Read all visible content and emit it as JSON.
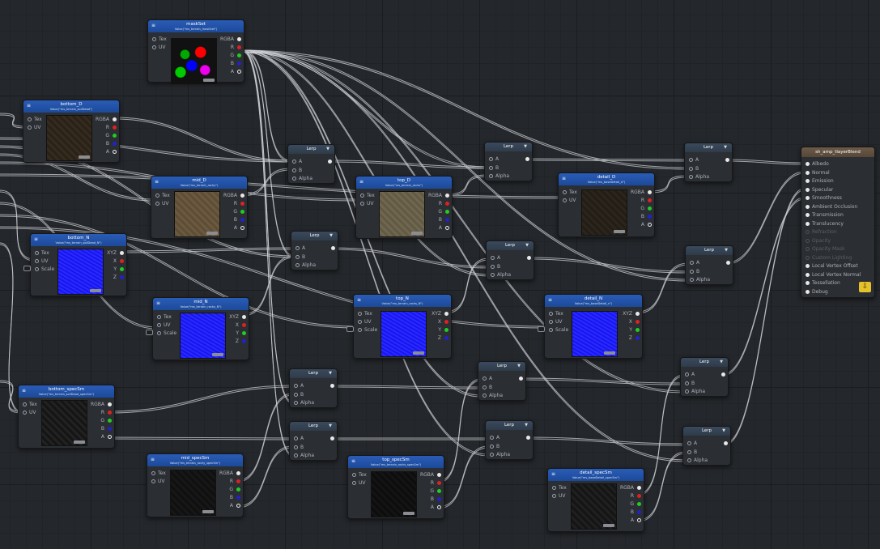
{
  "canvas": {
    "background": "#24272b"
  },
  "nodes": {
    "maskSet": {
      "title": "maskSet",
      "sub": "Value(\"ms_terrain_maskSet\")",
      "inputs": [
        "Tex",
        "UV"
      ],
      "outputs": [
        "RGBA",
        "R",
        "G",
        "B",
        "A"
      ]
    },
    "bottom_D": {
      "title": "bottom_D",
      "sub": "Value(\"ms_terrain_soilDead\")",
      "inputs": [
        "Tex",
        "UV"
      ],
      "outputs": [
        "RGBA",
        "R",
        "G",
        "B",
        "A"
      ]
    },
    "mid_D": {
      "title": "mid_D",
      "sub": "Value(\"ms_terrain_rocky\")",
      "inputs": [
        "Tex",
        "UV"
      ],
      "outputs": [
        "RGBA",
        "R",
        "G",
        "B",
        "A"
      ]
    },
    "top_D": {
      "title": "top_D",
      "sub": "Value(\"ms_terrain_rocks\")",
      "inputs": [
        "Tex",
        "UV"
      ],
      "outputs": [
        "RGBA",
        "R",
        "G",
        "B",
        "A"
      ]
    },
    "detail_D": {
      "title": "detail_D",
      "sub": "Value(\"ms_baseDetail_d\")",
      "inputs": [
        "Tex",
        "UV"
      ],
      "outputs": [
        "RGBA",
        "R",
        "G",
        "B",
        "A"
      ]
    },
    "bottom_N": {
      "title": "bottom_N",
      "sub": "Value(\"ms_terrain_soilDead_N\")",
      "inputs": [
        "Tex",
        "UV",
        "Scale"
      ],
      "outputs": [
        "XYZ",
        "X",
        "Y",
        "Z"
      ]
    },
    "mid_N": {
      "title": "mid_N",
      "sub": "Value(\"ms_terrain_rocky_N\")",
      "inputs": [
        "Tex",
        "UV",
        "Scale"
      ],
      "outputs": [
        "XYZ",
        "X",
        "Y",
        "Z"
      ]
    },
    "top_N": {
      "title": "top_N",
      "sub": "Value(\"ms_terrain_rocks_N\")",
      "inputs": [
        "Tex",
        "UV",
        "Scale"
      ],
      "outputs": [
        "XYZ",
        "X",
        "Y",
        "Z"
      ]
    },
    "detail_N": {
      "title": "detail_N",
      "sub": "Value(\"ms_baseDetail_n\")",
      "inputs": [
        "Tex",
        "UV",
        "Scale"
      ],
      "outputs": [
        "XYZ",
        "X",
        "Y",
        "Z"
      ]
    },
    "bottom_specSm": {
      "title": "bottom_specSm",
      "sub": "Value(\"ms_terrain_soilDead_specSm\")",
      "inputs": [
        "Tex",
        "UV"
      ],
      "outputs": [
        "RGBA",
        "R",
        "G",
        "B",
        "A"
      ]
    },
    "mid_specSm": {
      "title": "mid_specSm",
      "sub": "Value(\"ms_terrain_rocky_specSm\")",
      "inputs": [
        "Tex",
        "UV"
      ],
      "outputs": [
        "RGBA",
        "R",
        "G",
        "B",
        "A"
      ]
    },
    "top_specSm": {
      "title": "top_specSm",
      "sub": "Value(\"ms_terrain_rocks_specSm\")",
      "inputs": [
        "Tex",
        "UV"
      ],
      "outputs": [
        "RGBA",
        "R",
        "G",
        "B",
        "A"
      ]
    },
    "detail_specSm": {
      "title": "detail_specSm",
      "sub": "Value(\"ms_baseDetail_specSm\")",
      "inputs": [
        "Tex",
        "UV"
      ],
      "outputs": [
        "RGBA",
        "R",
        "G",
        "B",
        "A"
      ]
    }
  },
  "lerp": {
    "title": "Lerp",
    "inputs": [
      "A",
      "B",
      "Alpha"
    ]
  },
  "master": {
    "title": "sh_amp_tlayerBlend",
    "ports": [
      "Albedo",
      "Normal",
      "Emission",
      "Specular",
      "Smoothness",
      "Ambient Occlusion",
      "Transmission",
      "Translucency",
      "Refraction",
      "Opacity",
      "Opacity Mask",
      "Custom Lighting",
      "Local Vertex Offset",
      "Local Vertex Normal",
      "Tessellation",
      "Debug"
    ],
    "disabled": [
      "Refraction",
      "Opacity",
      "Opacity Mask",
      "Custom Lighting"
    ]
  },
  "colors": {
    "tex_header": "#2a5cb6",
    "lerp_header": "#3a4a5c",
    "master_header": "#6c5a48",
    "wire": "#cfd2d6"
  }
}
